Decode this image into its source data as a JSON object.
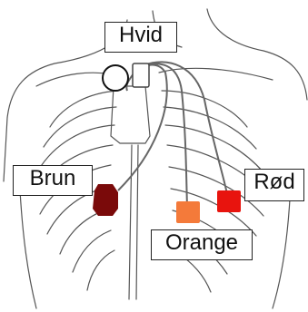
{
  "electrodes": {
    "white": {
      "label": "Hvid",
      "color": "#ffffff"
    },
    "brown": {
      "label": "Brun",
      "color": "#7a0a0a"
    },
    "red": {
      "label": "Rød",
      "color": "#e8140e"
    },
    "orange": {
      "label": "Orange",
      "color": "#f47a3a"
    }
  },
  "line_color": "#555555"
}
